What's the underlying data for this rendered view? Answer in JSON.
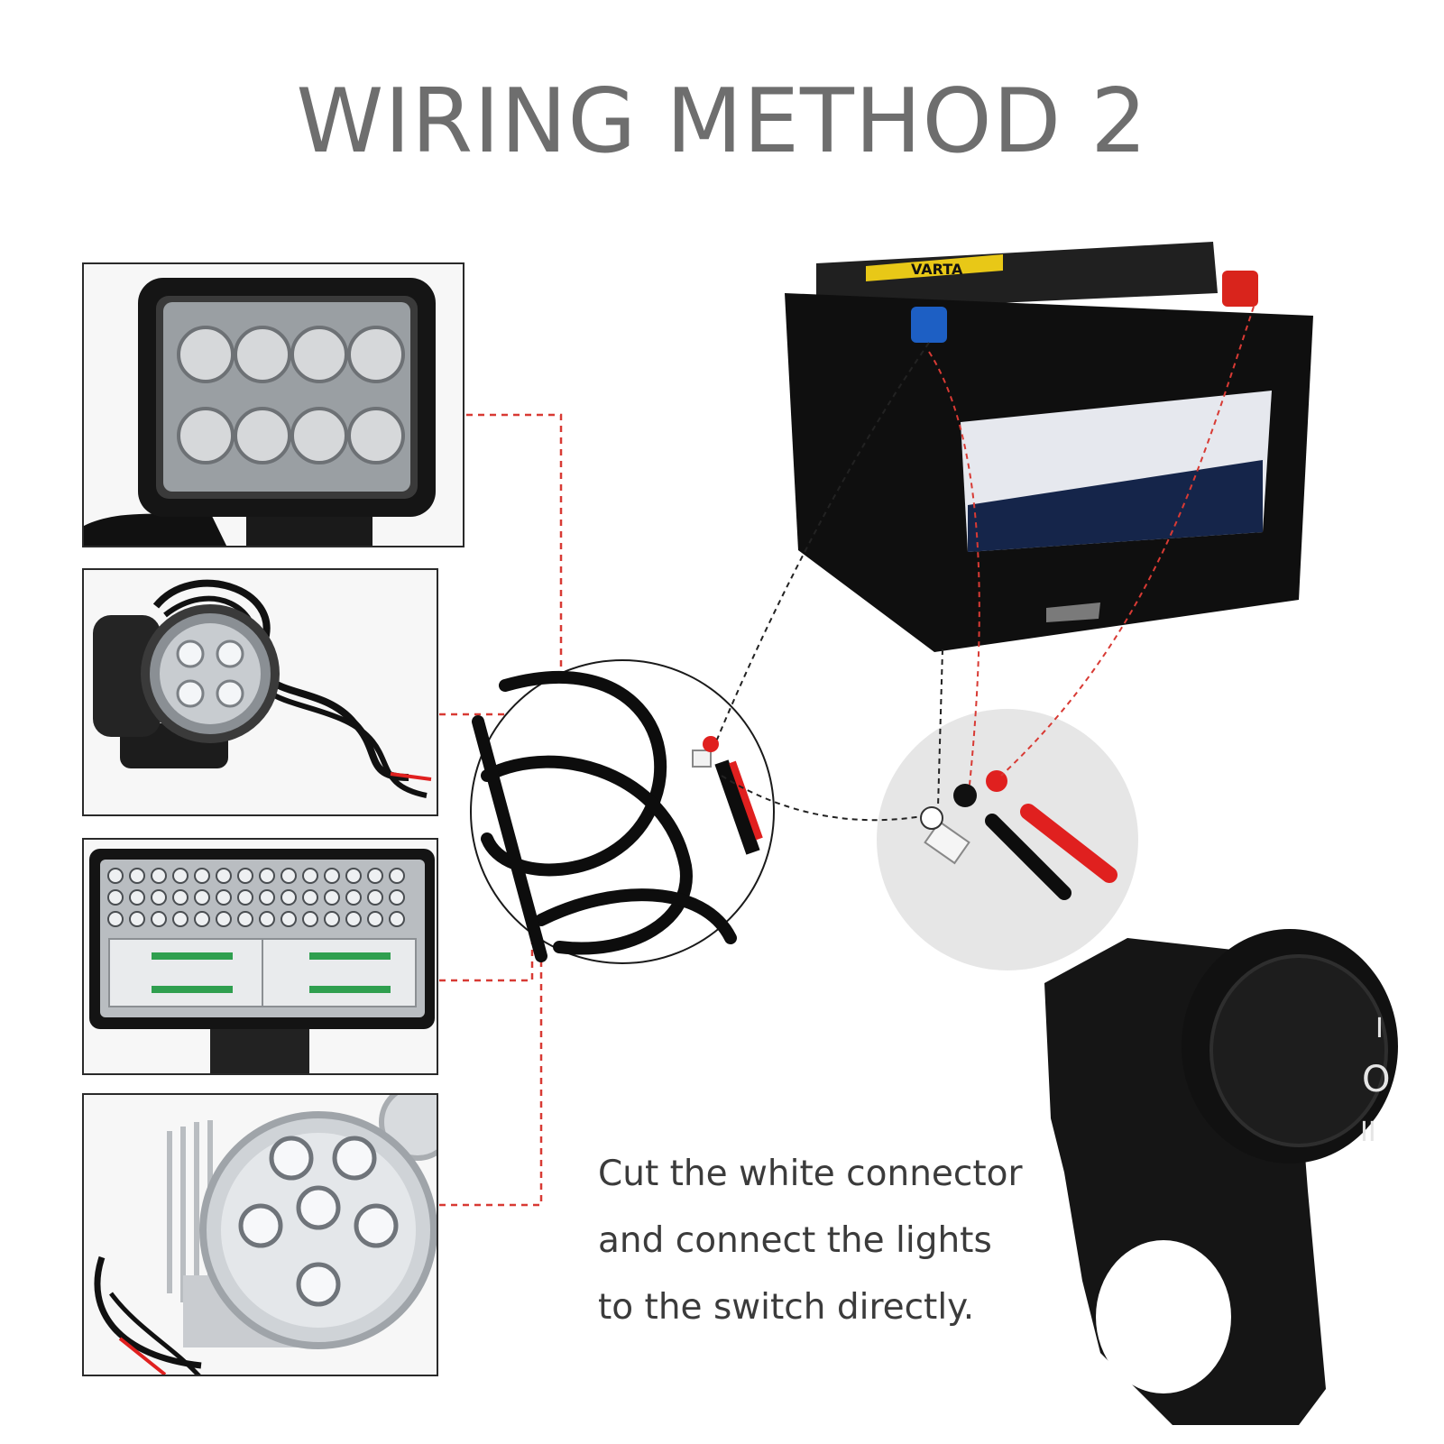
{
  "title": "WIRING METHOD 2",
  "caption": {
    "line1": "Cut the white connector",
    "line2": "and connect the lights",
    "line3": "to the switch directly."
  },
  "battery": {
    "brand": "VARTA"
  },
  "switch": {
    "symbol_top": "I",
    "symbol_mid": "O",
    "symbol_bottom": "II"
  },
  "colors": {
    "title": "#6e6e6e",
    "positive_wire": "#e0201f",
    "negative_wire": "#111111",
    "positive_terminal": "#d9241c",
    "negative_terminal": "#1d5fc4",
    "dashed_red": "#d83a34",
    "dashed_black": "#222222"
  },
  "lights": [
    {
      "name": "rectangular-8-led-work-light"
    },
    {
      "name": "round-4-led-spotlight"
    },
    {
      "name": "led-light-bar"
    },
    {
      "name": "round-6-led-fog-light"
    }
  ]
}
